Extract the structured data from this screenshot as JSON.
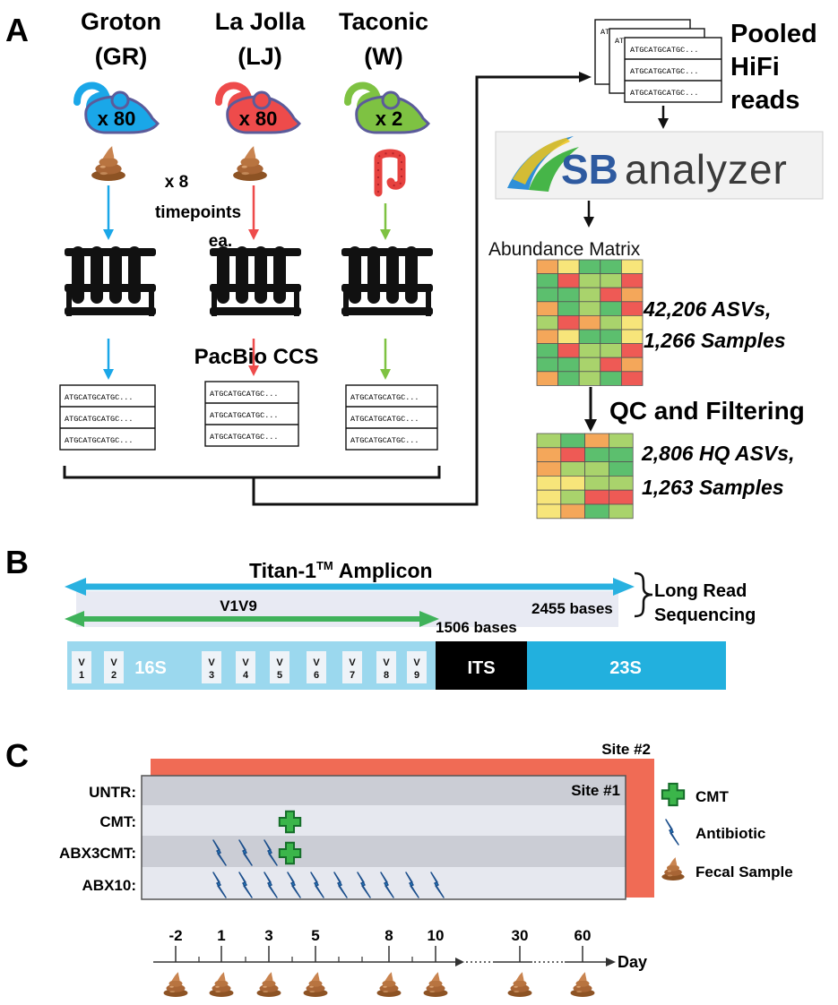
{
  "panel_a": {
    "letter": "A",
    "sites": [
      {
        "name": "Groton",
        "code": "(GR)",
        "count": "x 80",
        "color": "#1aa7e8"
      },
      {
        "name": "La Jolla",
        "code": "(LJ)",
        "count": "x 80",
        "color": "#ee4b4b"
      },
      {
        "name": "Taconic",
        "code": "(W)",
        "count": "x 2",
        "color": "#7ec242"
      }
    ],
    "timepoints_line1": "x 8",
    "timepoints_line2": "timepoints",
    "timepoints_line3": "ea.",
    "sequencing_label": "PacBio CCS",
    "read_text": "ATGCATGCATGC...",
    "pooled_line1": "Pooled",
    "pooled_line2": "HiFi",
    "pooled_line3": "reads",
    "logo_bold": "SB",
    "logo_light": "analyzer",
    "matrix_label": "Abundance Matrix",
    "matrix_stats_line1": "42,206 ASVs,",
    "matrix_stats_line2": "1,266 Samples",
    "qc_label": "QC and Filtering",
    "filtered_stats_line1": "2,806 HQ ASVs,",
    "filtered_stats_line2": "1,263 Samples",
    "heat_colors": [
      "#5cbf6e",
      "#ee5a55",
      "#f7e57a",
      "#f4a75a",
      "#a9d36c"
    ]
  },
  "panel_b": {
    "letter": "B",
    "amplicon_title": "Titan-1",
    "amplicon_sup": "TM",
    "amplicon_word": "Amplicon",
    "v1v9_label": "V1V9",
    "bases_long": "2455 bases",
    "bases_short": "1506 bases",
    "long_read_line1": "Long Read",
    "long_read_line2": "Sequencing",
    "v_letter": "V",
    "v_numbers": [
      "1",
      "2",
      "3",
      "4",
      "5",
      "6",
      "7",
      "8",
      "9"
    ],
    "seg_16s": "16S",
    "seg_its": "ITS",
    "seg_23s": "23S"
  },
  "panel_c": {
    "letter": "C",
    "site2_label": "Site #2",
    "site1_label": "Site #1",
    "groups": [
      "UNTR:",
      "CMT:",
      "ABX3CMT:",
      "ABX10:"
    ],
    "legend": [
      "CMT",
      "Antibiotic",
      "Fecal Sample"
    ],
    "day_ticks": [
      "-2",
      "1",
      "3",
      "5",
      "8",
      "10",
      "30",
      "60"
    ],
    "axis_label": "Day"
  }
}
